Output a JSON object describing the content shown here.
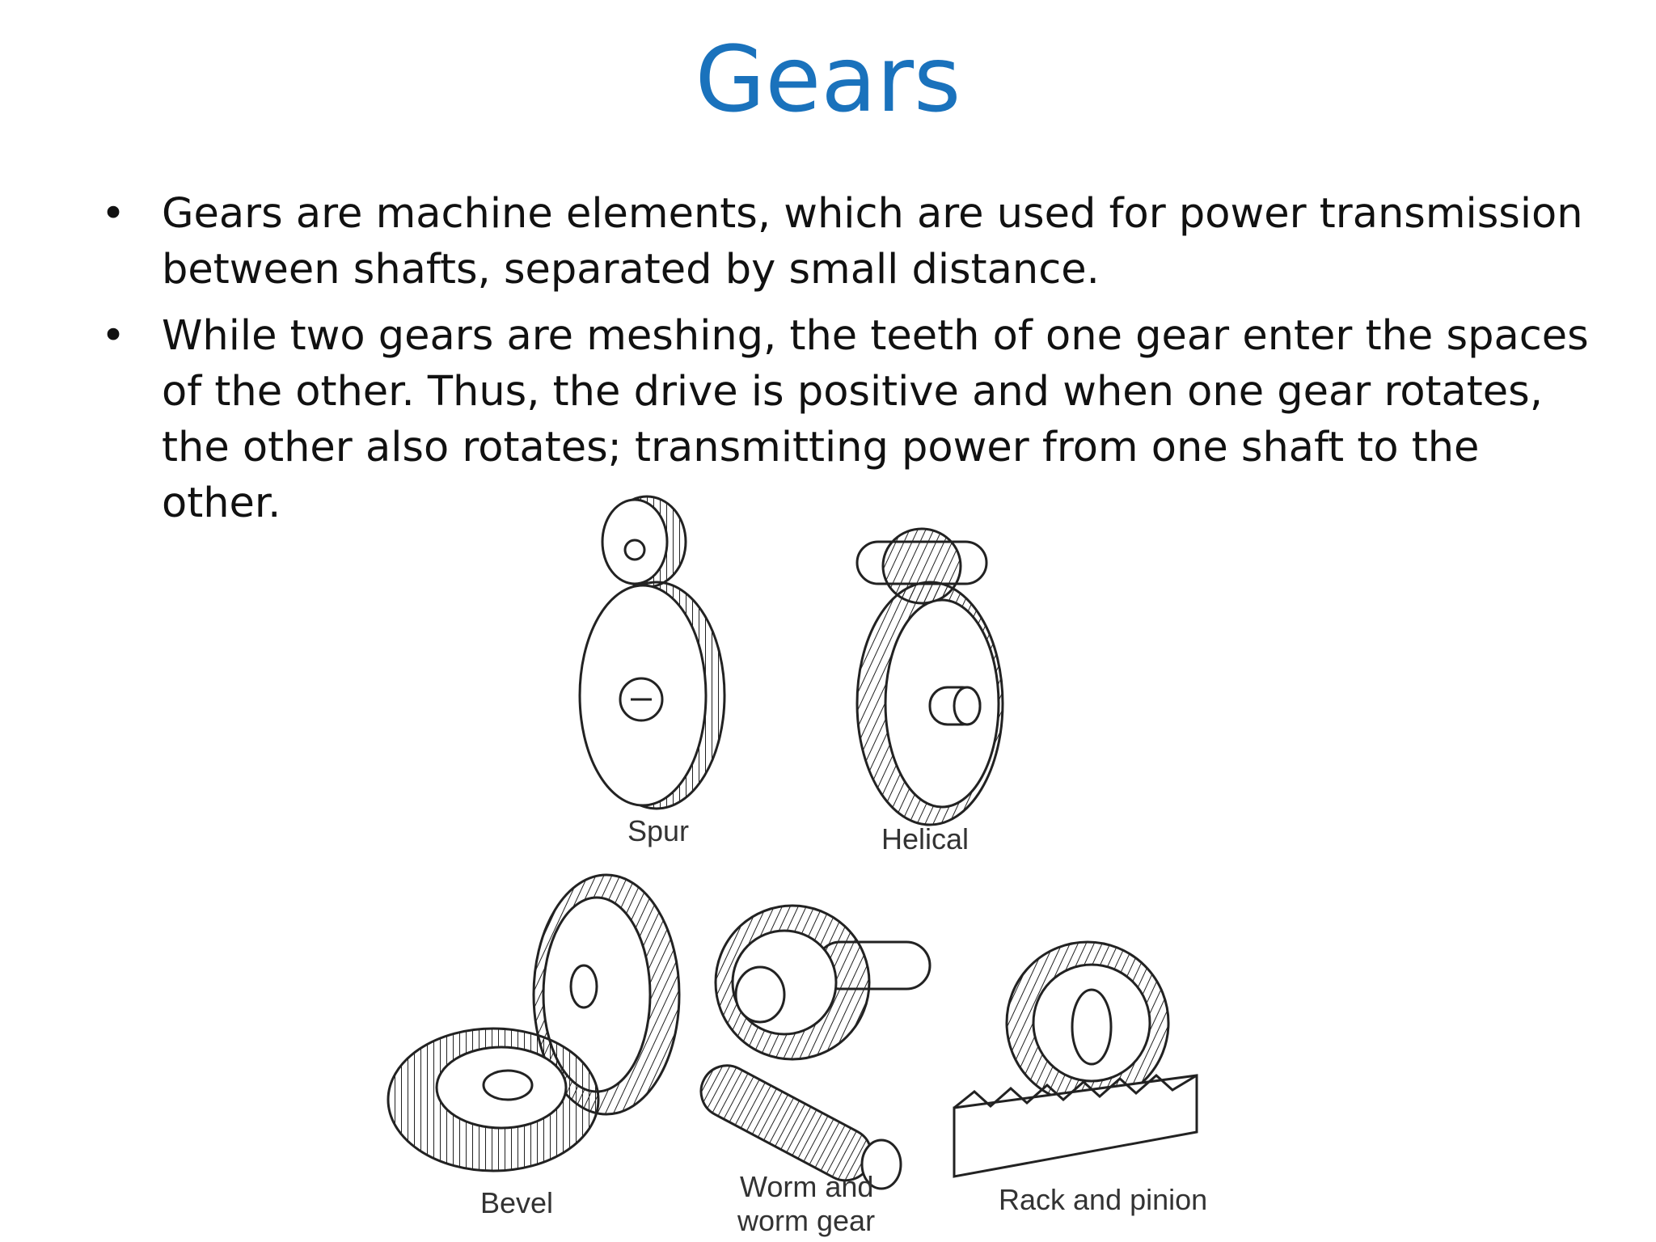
{
  "slide": {
    "title": "Gears",
    "bullets": [
      "Gears are machine elements, which are used for power transmission between shafts, separated by small distance.",
      "While two gears are meshing, the teeth of one gear enter the spaces of the other. Thus, the drive is positive and when one gear rotates, the other also rotates; transmitting power from one shaft to the other."
    ],
    "bullet_symbol": "•",
    "title_color": "#1a72bc"
  },
  "figure": {
    "labels": {
      "spur": "Spur",
      "helical": "Helical",
      "bevel": "Bevel",
      "worm_line1": "Worm and",
      "worm_line2": "worm gear",
      "rack": "Rack and pinion"
    }
  }
}
